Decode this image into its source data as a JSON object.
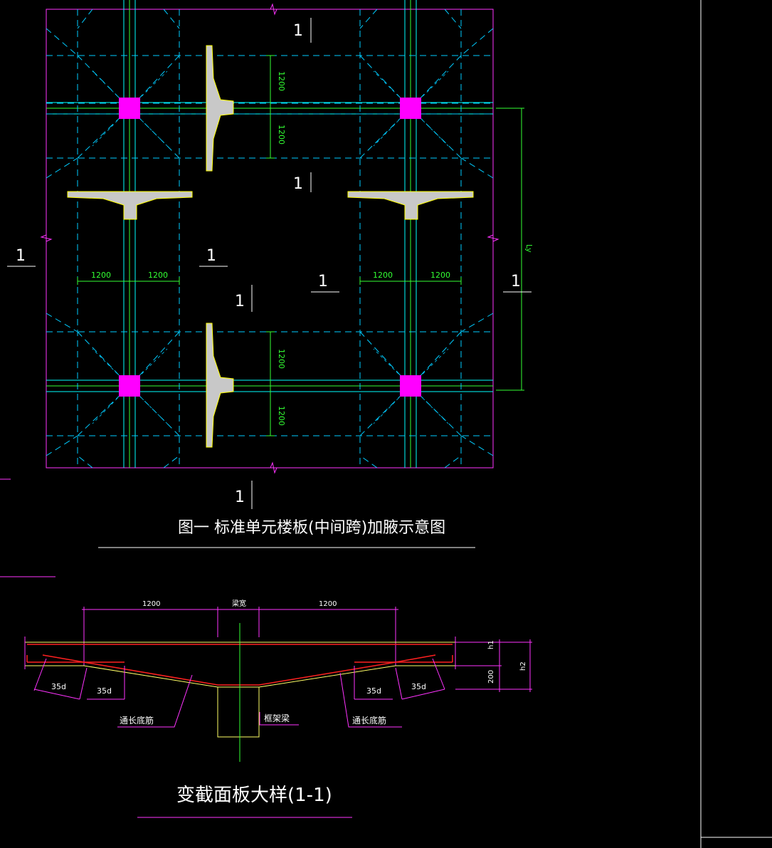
{
  "plan": {
    "dims": {
      "d1200": "1200",
      "ly": "Ly"
    },
    "section_mark": "1",
    "title": "图一  标准单元楼板(中间跨)加腋示意图"
  },
  "section": {
    "dim_left": "1200",
    "dim_mid": "梁宽",
    "dim_right": "1200",
    "h1": "h1",
    "h2": "h2",
    "h200": "200",
    "d35": "35d",
    "label_bottom_rebar": "通长底筋",
    "label_frame_beam": "框架梁",
    "title": "变截面板大样(1-1)"
  },
  "colors": {
    "border": "#ff33ff",
    "column": "#ff00ff",
    "axis": "#00ffff",
    "dimension": "#33ff33",
    "haunch_fill": "#c8c8c8",
    "haunch_edge": "#ffff00",
    "rebar": "#ff2020",
    "text": "#ffffff"
  }
}
